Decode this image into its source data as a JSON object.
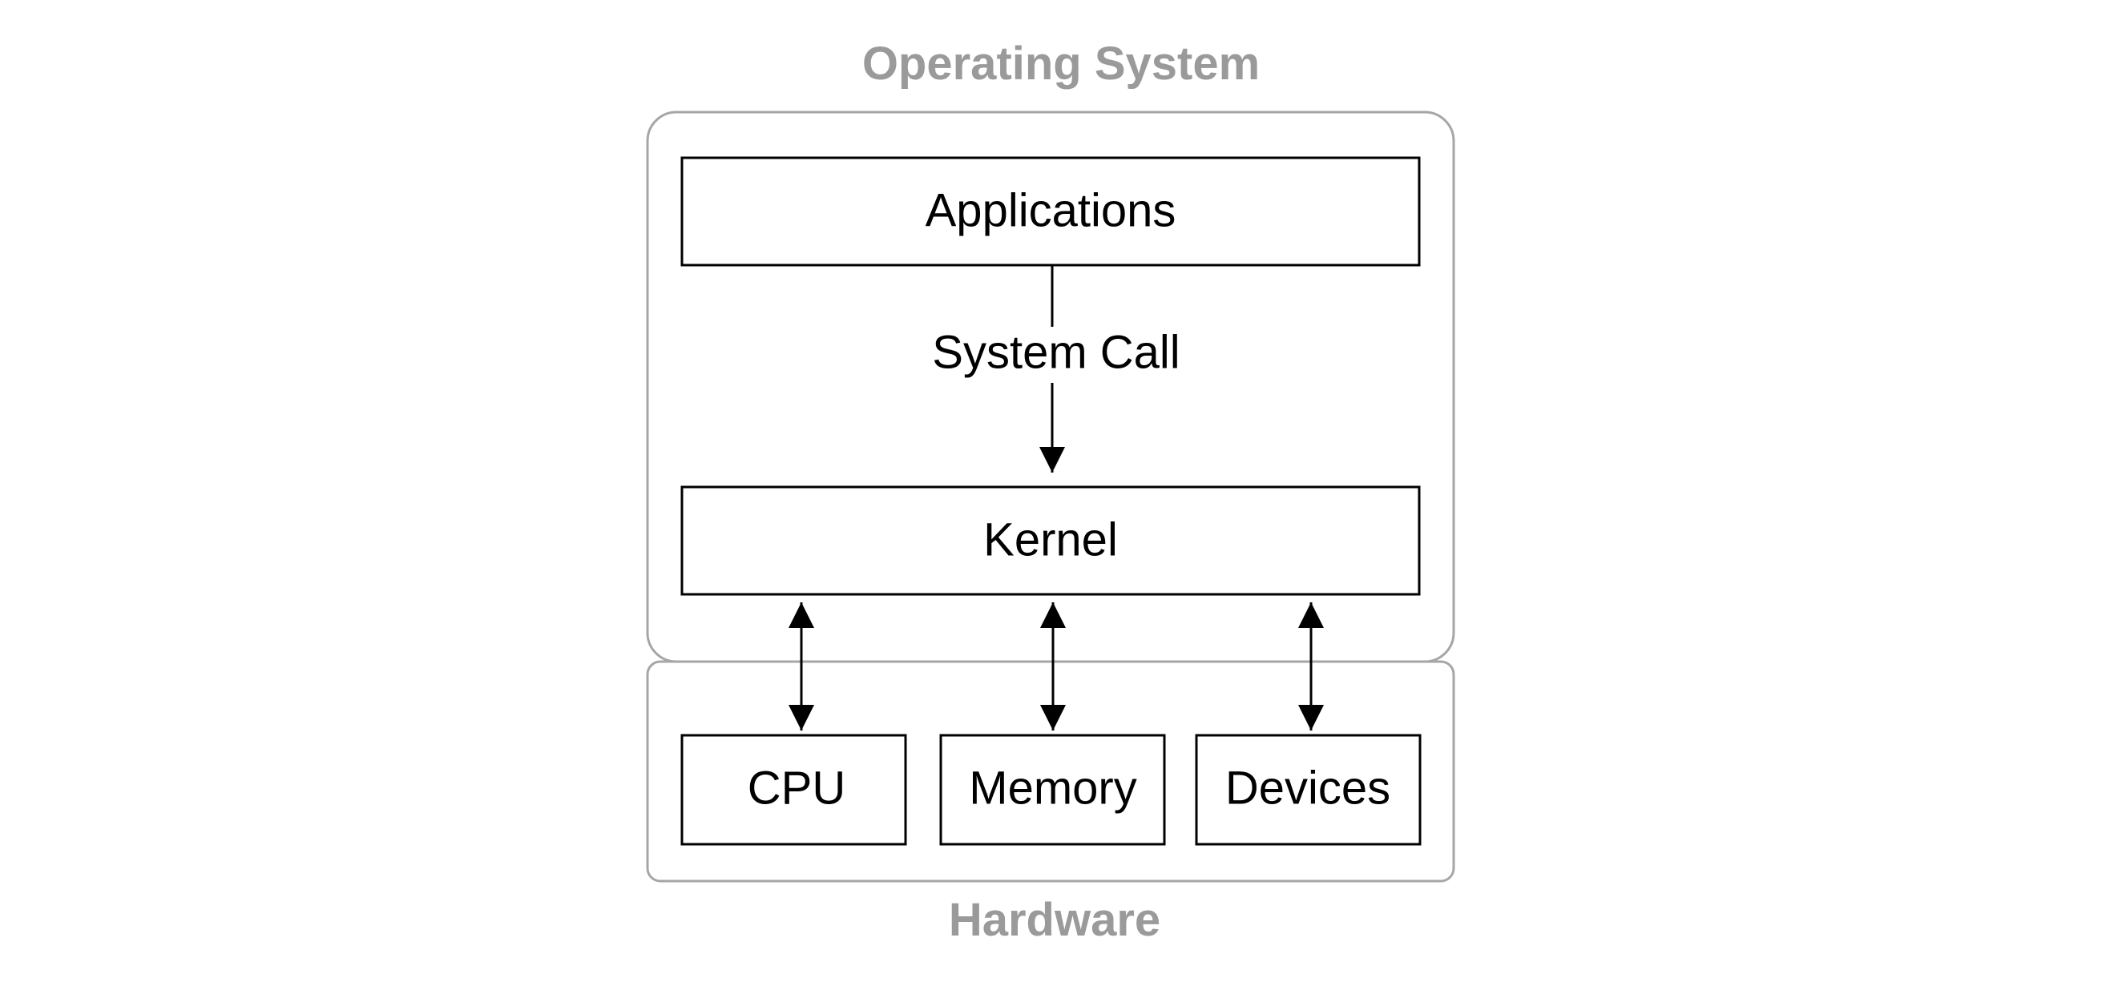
{
  "groups": {
    "os": {
      "title": "Operating System"
    },
    "hardware": {
      "title": "Hardware"
    }
  },
  "nodes": {
    "applications": "Applications",
    "kernel": "Kernel",
    "cpu": "CPU",
    "memory": "Memory",
    "devices": "Devices"
  },
  "edges": {
    "system_call": "System Call"
  },
  "colors": {
    "group_border": "#a6a6a6",
    "group_title": "#9a9a9a",
    "node_border": "#000000",
    "arrow": "#000000"
  }
}
